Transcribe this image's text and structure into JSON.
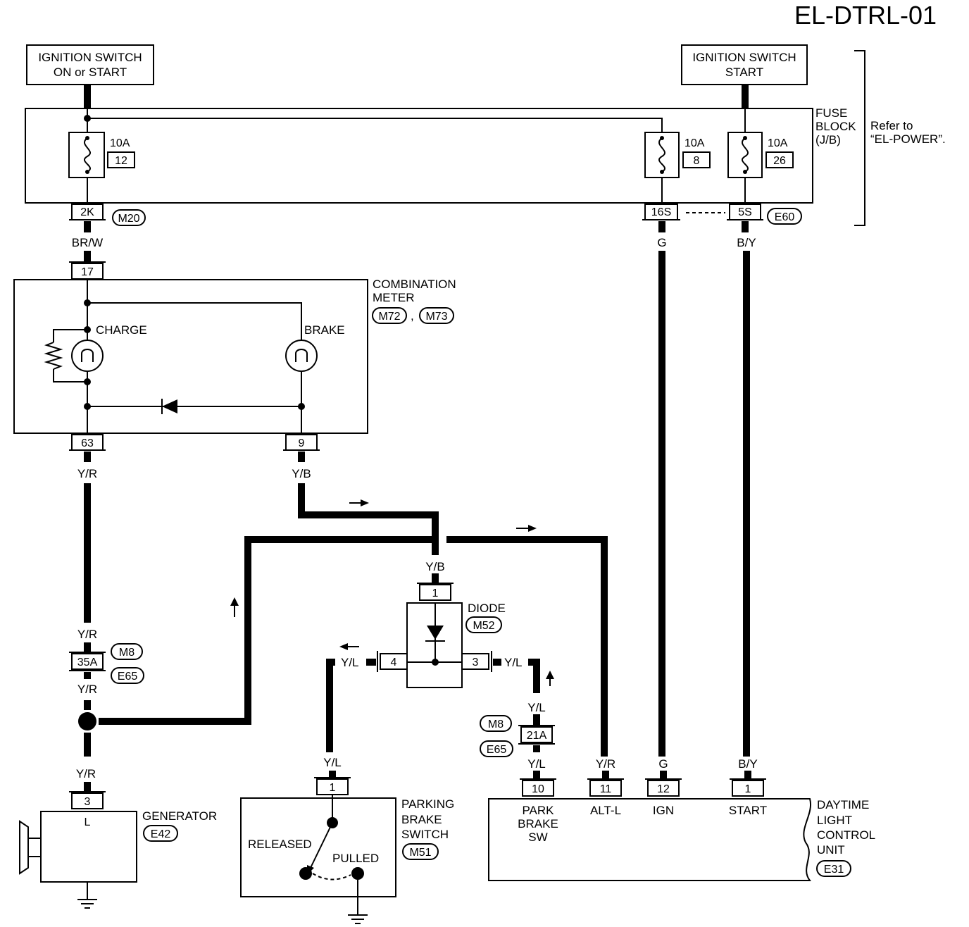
{
  "page_code": "EL-DTRL-01",
  "ign_on": {
    "line1": "IGNITION SWITCH",
    "line2": "ON or START"
  },
  "ign_start": {
    "line1": "IGNITION SWITCH",
    "line2": "START"
  },
  "fuse_block": {
    "line1": "FUSE",
    "line2": "BLOCK",
    "line3": "(J/B)"
  },
  "refer": {
    "line1": "Refer to",
    "line2": "“EL-POWER”."
  },
  "fuses": [
    {
      "amp": "10A",
      "num": "12"
    },
    {
      "amp": "10A",
      "num": "8"
    },
    {
      "amp": "10A",
      "num": "26"
    }
  ],
  "fb_connectors": {
    "c2k": "2K",
    "c16s": "16S",
    "c5s": "5S",
    "m20": "M20",
    "e60": "E60"
  },
  "wires": {
    "brw": "BR/W",
    "g": "G",
    "by": "B/Y",
    "yr": "Y/R",
    "yb": "Y/B",
    "yl": "Y/L"
  },
  "combination_meter": {
    "line1": "COMBINATION",
    "line2": "METER",
    "conn1": "M72",
    "sep": ",",
    "conn2": "M73",
    "pin_top": "17",
    "pin_63": "63",
    "pin_9": "9",
    "charge": "CHARGE",
    "brake": "BRAKE"
  },
  "diode": {
    "label": "DIODE",
    "conn": "M52",
    "pin1": "1",
    "pin4": "4",
    "pin3": "3"
  },
  "joint_35a": {
    "pin": "35A",
    "m8": "M8",
    "e65": "E65"
  },
  "joint_21a": {
    "pin": "21A",
    "m8": "M8",
    "e65": "E65"
  },
  "generator": {
    "label": "GENERATOR",
    "conn": "E42",
    "pin": "3",
    "term": "L"
  },
  "parking_brake": {
    "line1": "PARKING",
    "line2": "BRAKE",
    "line3": "SWITCH",
    "conn": "M51",
    "pin": "1",
    "released": "RELEASED",
    "pulled": "PULLED"
  },
  "dlcu": {
    "line1": "DAYTIME",
    "line2": "LIGHT",
    "line3": "CONTROL",
    "line4": "UNIT",
    "conn": "E31",
    "pins": [
      {
        "num": "10",
        "name1": "PARK",
        "name2": "BRAKE",
        "name3": "SW"
      },
      {
        "num": "11",
        "name1": "ALT-L"
      },
      {
        "num": "12",
        "name1": "IGN"
      },
      {
        "num": "1",
        "name1": "START"
      }
    ]
  }
}
